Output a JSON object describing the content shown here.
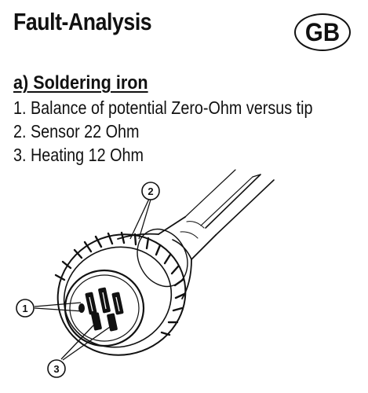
{
  "header": {
    "title": "Fault-Analysis",
    "country_code": "GB"
  },
  "section": {
    "heading": "a) Soldering iron",
    "steps": [
      "1. Balance of potential Zero-Ohm versus tip",
      "2. Sensor 22 Ohm",
      "3. Heating 12 Ohm"
    ]
  },
  "illustration": {
    "callouts": [
      "1",
      "2",
      "3"
    ]
  }
}
